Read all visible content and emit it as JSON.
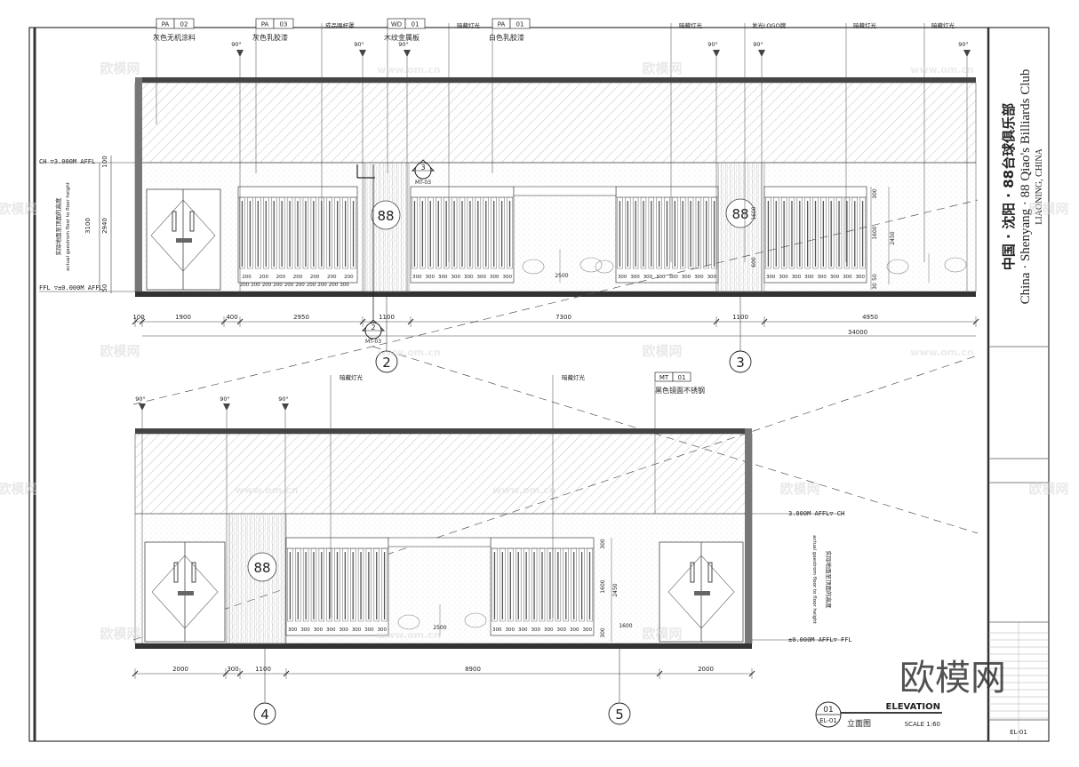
{
  "sheet": {
    "project_title_cn": "中国 · 沈阳 · 88台球俱乐部",
    "project_title_en": "China · Shenyang · 88 Qiao's Billiards Club",
    "project_location": "LIAONING, CHINA",
    "drawing_no": "EL-01"
  },
  "drawing_title": {
    "num": "01",
    "ref": "EL-01",
    "title_en": "ELEVATION",
    "title_cn": "立面图",
    "scale": "SCALE 1:60"
  },
  "top_elevation": {
    "tags": [
      {
        "code": "PA",
        "num": "02",
        "desc": "灰色无机涂料"
      },
      {
        "code": "PA",
        "num": "03",
        "desc": "灰色乳胶漆"
      },
      {
        "code": "WD",
        "num": "01",
        "desc": "木纹金属板"
      },
      {
        "code": "PA",
        "num": "01",
        "desc": "白色乳胶漆"
      }
    ],
    "notes": [
      "成品踢杆罩",
      "暗藏灯光",
      "暗藏灯光",
      "发光LOGO牌",
      "暗藏灯光",
      "暗藏灯光"
    ],
    "angle_label": "90°",
    "level_ch": "CH ▽3.000M AFFL",
    "level_ffl": "FFL ▽±0.000M AFFL",
    "side_note_cn": "实际地面至顶面的高度",
    "side_note_en": "actual gaestrom floor to floor height",
    "vert_dims": [
      "3100",
      "2940",
      "100",
      "50"
    ],
    "interior_dims": [
      "300",
      "1600",
      "2450",
      "1600",
      "600",
      "50",
      "30"
    ],
    "dims": [
      "100",
      "1900",
      "400",
      "2950",
      "1100",
      "7300",
      "1100",
      "4950"
    ],
    "total": "34000",
    "panel_widths_a": [
      "200",
      "200",
      "200",
      "200",
      "200",
      "200",
      "200"
    ],
    "panel_widths_b": [
      "200",
      "200",
      "200",
      "200",
      "200",
      "200",
      "200",
      "200",
      "200",
      "300"
    ],
    "panel_widths_c": [
      "300",
      "300",
      "300",
      "300",
      "300",
      "300",
      "300",
      "300"
    ],
    "table_dim": "2500",
    "logo": "88",
    "section_mark": {
      "num": "3",
      "ref": "MT-03"
    },
    "section_mark_b": {
      "num": "2",
      "ref": "MT-03"
    },
    "grid": [
      "2",
      "3"
    ]
  },
  "bottom_elevation": {
    "notes": [
      "暗藏灯光",
      "暗藏灯光"
    ],
    "tag": {
      "code": "MT",
      "num": "01",
      "desc": "黑色镜面不锈钢"
    },
    "angle_label": "90°",
    "level_ch": "3.000M AFFL▽ CH",
    "level_ffl": "±0.000M AFFL▽ FFL",
    "side_note_cn": "实际地面至顶面的高度",
    "side_note_en": "actual gaestrom floor to floor height",
    "vert_dims": [
      "300",
      "1600",
      "2450",
      "300"
    ],
    "dims": [
      "2000",
      "300",
      "1100",
      "8900",
      "2000"
    ],
    "panel_widths": [
      "300",
      "300",
      "300",
      "300",
      "300",
      "300",
      "300",
      "300"
    ],
    "table_dim": "2500",
    "logo": "88",
    "grid": [
      "4",
      "5"
    ],
    "extra_dim": "1600"
  },
  "watermark": {
    "text_cn": "欧模网",
    "text_url": "www.om.cn"
  }
}
